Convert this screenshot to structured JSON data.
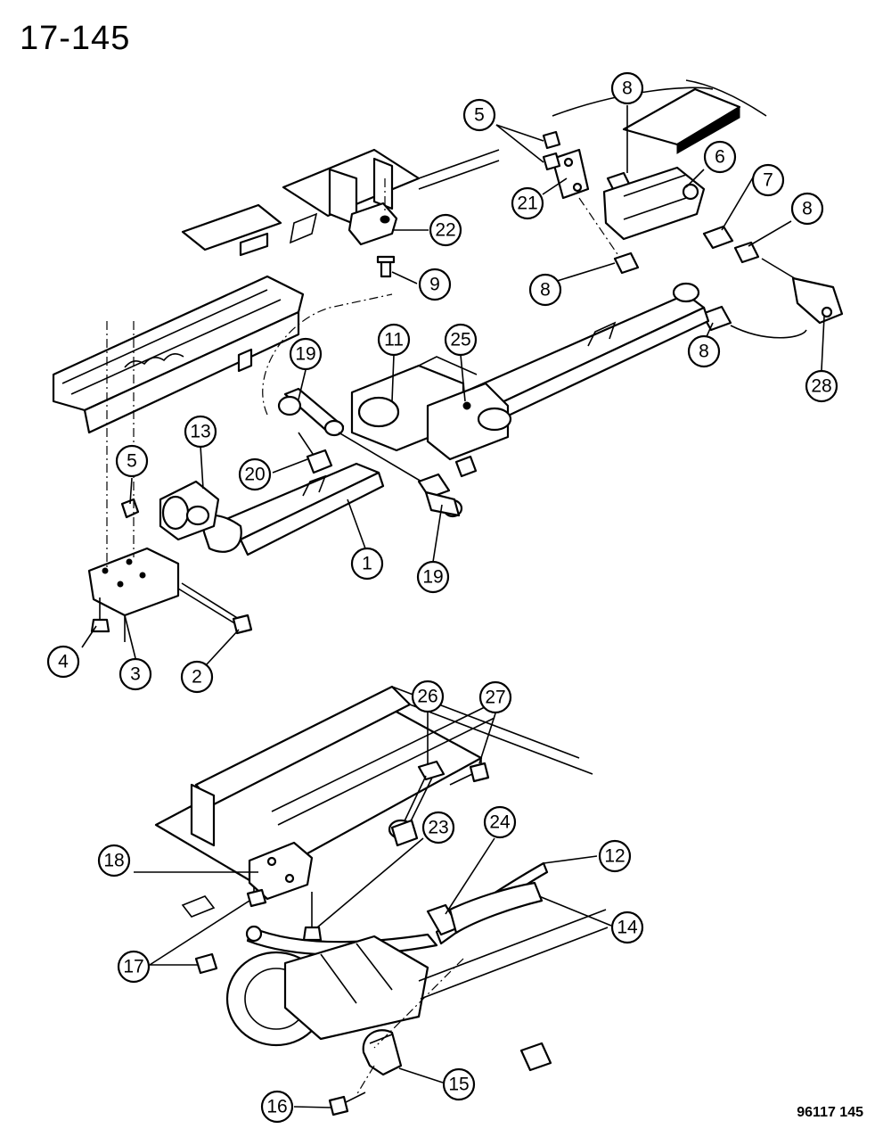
{
  "header": {
    "page_number": "17-145"
  },
  "footer": {
    "figure_code": "96117  145"
  },
  "callouts": [
    {
      "id": "c1",
      "label": "1"
    },
    {
      "id": "c2",
      "label": "2"
    },
    {
      "id": "c3",
      "label": "3"
    },
    {
      "id": "c4",
      "label": "4"
    },
    {
      "id": "c5a",
      "label": "5"
    },
    {
      "id": "c5b",
      "label": "5"
    },
    {
      "id": "c6",
      "label": "6"
    },
    {
      "id": "c7",
      "label": "7"
    },
    {
      "id": "c8a",
      "label": "8"
    },
    {
      "id": "c8b",
      "label": "8"
    },
    {
      "id": "c8c",
      "label": "8"
    },
    {
      "id": "c8d",
      "label": "8"
    },
    {
      "id": "c9",
      "label": "9"
    },
    {
      "id": "c11",
      "label": "11"
    },
    {
      "id": "c12",
      "label": "12"
    },
    {
      "id": "c13",
      "label": "13"
    },
    {
      "id": "c14",
      "label": "14"
    },
    {
      "id": "c15",
      "label": "15"
    },
    {
      "id": "c16",
      "label": "16"
    },
    {
      "id": "c17",
      "label": "17"
    },
    {
      "id": "c18",
      "label": "18"
    },
    {
      "id": "c19a",
      "label": "19"
    },
    {
      "id": "c19b",
      "label": "19"
    },
    {
      "id": "c20",
      "label": "20"
    },
    {
      "id": "c21",
      "label": "21"
    },
    {
      "id": "c22",
      "label": "22"
    },
    {
      "id": "c23",
      "label": "23"
    },
    {
      "id": "c24",
      "label": "24"
    },
    {
      "id": "c25",
      "label": "25"
    },
    {
      "id": "c26",
      "label": "26"
    },
    {
      "id": "c27",
      "label": "27"
    },
    {
      "id": "c28",
      "label": "28"
    }
  ]
}
